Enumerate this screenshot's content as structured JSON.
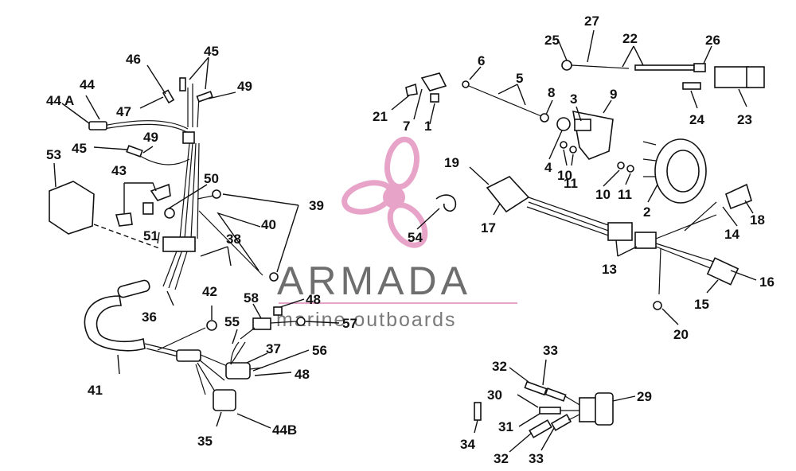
{
  "watermark": {
    "brand": "ARMADA",
    "tagline": "marine outboards",
    "accent_color": "#e8a3c9",
    "text_color": "#6e6e6e"
  },
  "labels": {
    "l1": "1",
    "l2": "2",
    "l3": "3",
    "l4": "4",
    "l5": "5",
    "l6": "6",
    "l7": "7",
    "l8": "8",
    "l9": "9",
    "l10a": "10",
    "l10b": "10",
    "l11a": "11",
    "l11b": "11",
    "l13": "13",
    "l14": "14",
    "l15": "15",
    "l16": "16",
    "l17": "17",
    "l18": "18",
    "l19": "19",
    "l20": "20",
    "l21": "21",
    "l22": "22",
    "l23": "23",
    "l24": "24",
    "l25": "25",
    "l26": "26",
    "l27": "27",
    "l29": "29",
    "l30": "30",
    "l31": "31",
    "l32a": "32",
    "l32b": "32",
    "l33a": "33",
    "l33b": "33",
    "l34": "34",
    "l35": "35",
    "l36": "36",
    "l37": "37",
    "l38": "38",
    "l39": "39",
    "l40": "40",
    "l41": "41",
    "l42": "42",
    "l43": "43",
    "l44": "44",
    "l44a": "44 A",
    "l44b": "44B",
    "l45a": "45",
    "l45b": "45",
    "l46": "46",
    "l47": "47",
    "l48a": "48",
    "l48b": "48",
    "l49a": "49",
    "l49b": "49",
    "l50": "50",
    "l51": "51",
    "l53": "53",
    "l54": "54",
    "l55": "55",
    "l56": "56",
    "l57": "57",
    "l58": "58"
  }
}
